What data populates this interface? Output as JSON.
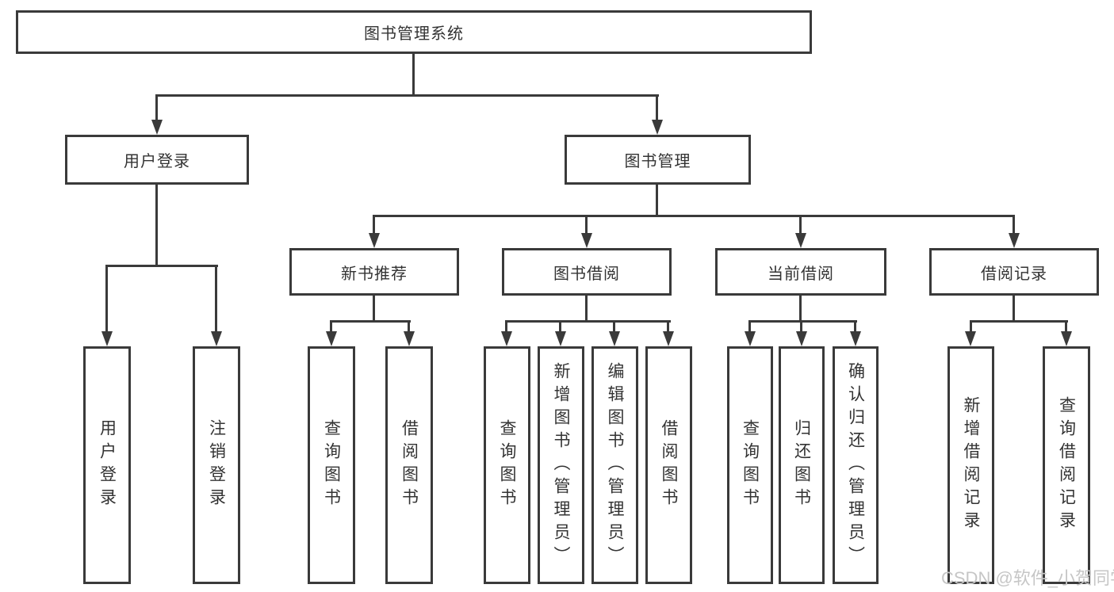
{
  "diagram_title": "图书管理系统",
  "watermark": "CSDN @软件_小贺同学",
  "colors": {
    "line": "#3a3a3a",
    "text": "#333333",
    "watermark": "#c6c6c6",
    "background": "#ffffff"
  },
  "nodes": {
    "root": {
      "label": "图书管理系统"
    },
    "level2": {
      "user_login": {
        "label": "用户登录"
      },
      "book_mgmt": {
        "label": "图书管理"
      }
    },
    "level3": {
      "new_book_rec": {
        "label": "新书推荐"
      },
      "book_borrow": {
        "label": "图书借阅"
      },
      "current_borrow": {
        "label": "当前借阅"
      },
      "borrow_records": {
        "label": "借阅记录"
      }
    },
    "leaves": {
      "user_login_1": {
        "label": "用户登录"
      },
      "user_login_2": {
        "label": "注销登录"
      },
      "new_book_rec_1": {
        "label": "查询图书"
      },
      "new_book_rec_2": {
        "label": "借阅图书"
      },
      "book_borrow_1": {
        "label": "查询图书"
      },
      "book_borrow_2": {
        "label": "新增图书（管理员）"
      },
      "book_borrow_3": {
        "label": "编辑图书（管理员）"
      },
      "book_borrow_4": {
        "label": "借阅图书"
      },
      "current_borrow_1": {
        "label": "查询图书"
      },
      "current_borrow_2": {
        "label": "归还图书"
      },
      "current_borrow_3": {
        "label": "确认归还（管理员）"
      },
      "borrow_records_1": {
        "label": "新增借阅记录"
      },
      "borrow_records_2": {
        "label": "查询借阅记录"
      }
    }
  }
}
